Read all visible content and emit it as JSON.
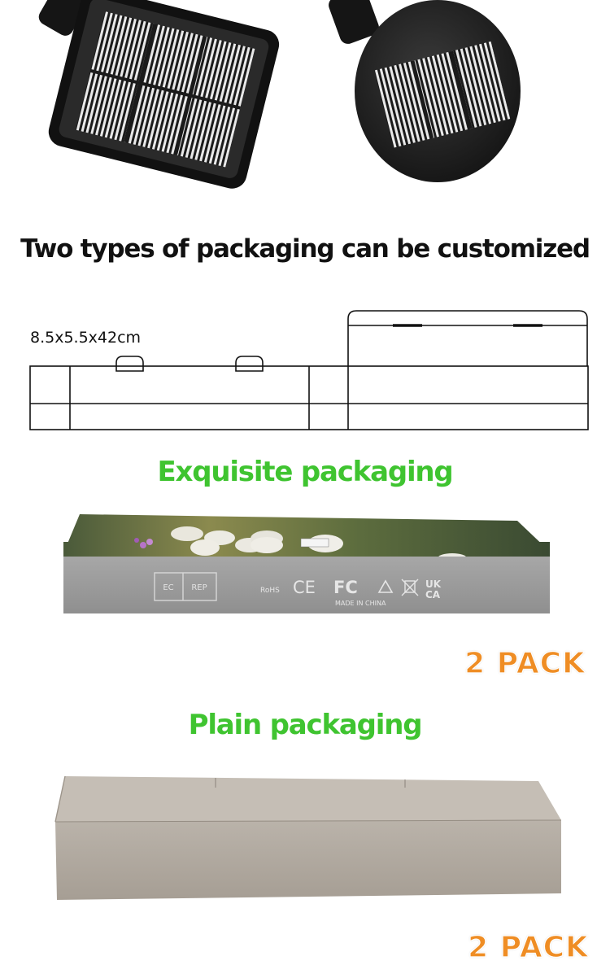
{
  "headings": {
    "main": "Two types of packaging can be customized",
    "exquisite": "Exquisite packaging",
    "plain": "Plain packaging"
  },
  "dimension_label": "8.5x5.5x42cm",
  "pack_labels": [
    "2 PACK",
    "2 PACK"
  ],
  "box_print": {
    "ec": "EC",
    "rep": "REP",
    "rohs": "RoHS",
    "ce": "CE",
    "fc": "FC",
    "uk1": "UK",
    "uk2": "CA",
    "made_in": "MADE IN CHINA"
  },
  "colors": {
    "green_heading": "#3fc430",
    "orange_pack": "#ef8d24",
    "panel_dark": "#1c1c1c",
    "kraft_box": "#b8b0a6"
  }
}
